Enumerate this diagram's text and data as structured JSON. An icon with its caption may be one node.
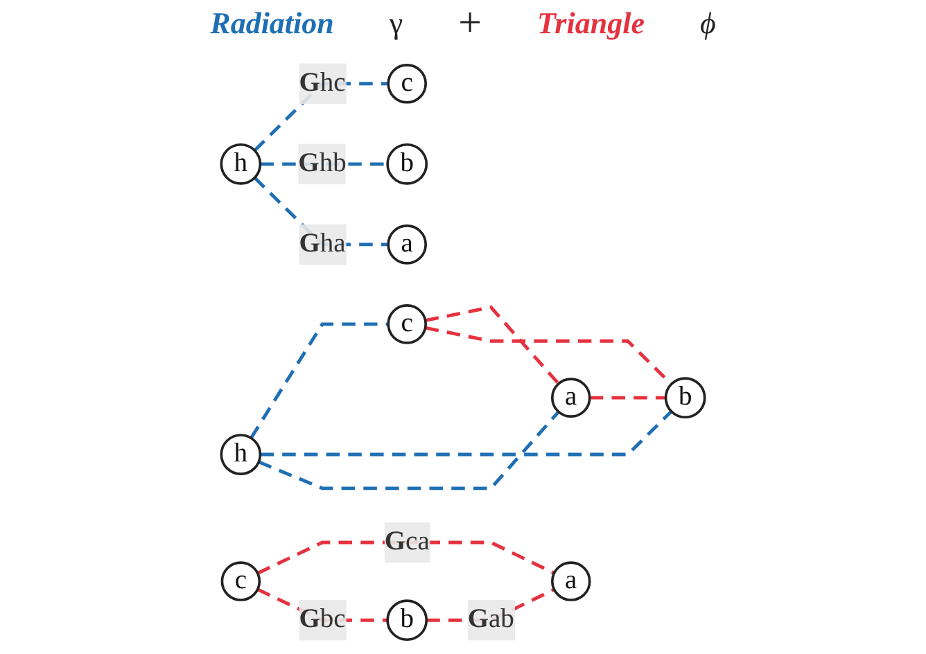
{
  "diagram": {
    "nodes": [
      {
        "text": [
          "h"
        ]
      },
      {
        "text": [
          "a"
        ]
      },
      {
        "text": [
          "c"
        ]
      },
      {
        "text": [
          "b"
        ]
      },
      {
        "text": [
          "h"
        ]
      },
      {
        "text": [
          "c"
        ]
      },
      {
        "text": [
          "a"
        ]
      },
      {
        "text": [
          "b"
        ]
      },
      {
        "text": [
          "a"
        ]
      },
      {
        "text": [
          "c"
        ]
      },
      {
        "text": [
          "b"
        ]
      }
    ],
    "edges": [
      {
        "from": 0,
        "to": 2,
        "arrow": "none",
        "style": "dashed",
        "color": "#1f6fb4"
      },
      {
        "from": 0,
        "to": 3,
        "arrow": "none",
        "style": "dashed",
        "color": "#1f6fb4"
      },
      {
        "from": 0,
        "to": 1,
        "arrow": "none",
        "style": "dashed",
        "color": "#1f6fb4"
      },
      {
        "from": 2,
        "to": 1,
        "arrow": "none",
        "style": "dashed",
        "color": "#e5323f"
      },
      {
        "from": 2,
        "to": 3,
        "arrow": "none",
        "style": "dashed",
        "color": "#e5323f"
      },
      {
        "from": 1,
        "to": 3,
        "arrow": "none",
        "style": "dashed",
        "color": "#e5323f"
      },
      {
        "from": 4,
        "to": 5,
        "arrow": "none",
        "style": "dashed",
        "color": "#1f6fb4",
        "label": "**G**hc"
      },
      {
        "from": 4,
        "to": 7,
        "arrow": "none",
        "style": "dashed",
        "color": "#1f6fb4",
        "label": "**G**hb"
      },
      {
        "from": 4,
        "to": 6,
        "arrow": "none",
        "style": "dashed",
        "color": "#1f6fb4",
        "label": "**G**ha"
      },
      {
        "from": 9,
        "to": 8,
        "arrow": "none",
        "style": "dashed",
        "color": "#e5323f",
        "label": "**G**ca"
      },
      {
        "from": 9,
        "to": 10,
        "arrow": "none",
        "style": "dashed",
        "color": "#e5323f",
        "label": "**G**bc"
      },
      {
        "from": 10,
        "to": 8,
        "arrow": "none",
        "style": "dashed",
        "color": "#e5323f",
        "label": "**G**ab"
      }
    ],
    "labels": [
      "Radiation",
      "γ",
      "+",
      "Triangle",
      "ϕ"
    ]
  }
}
